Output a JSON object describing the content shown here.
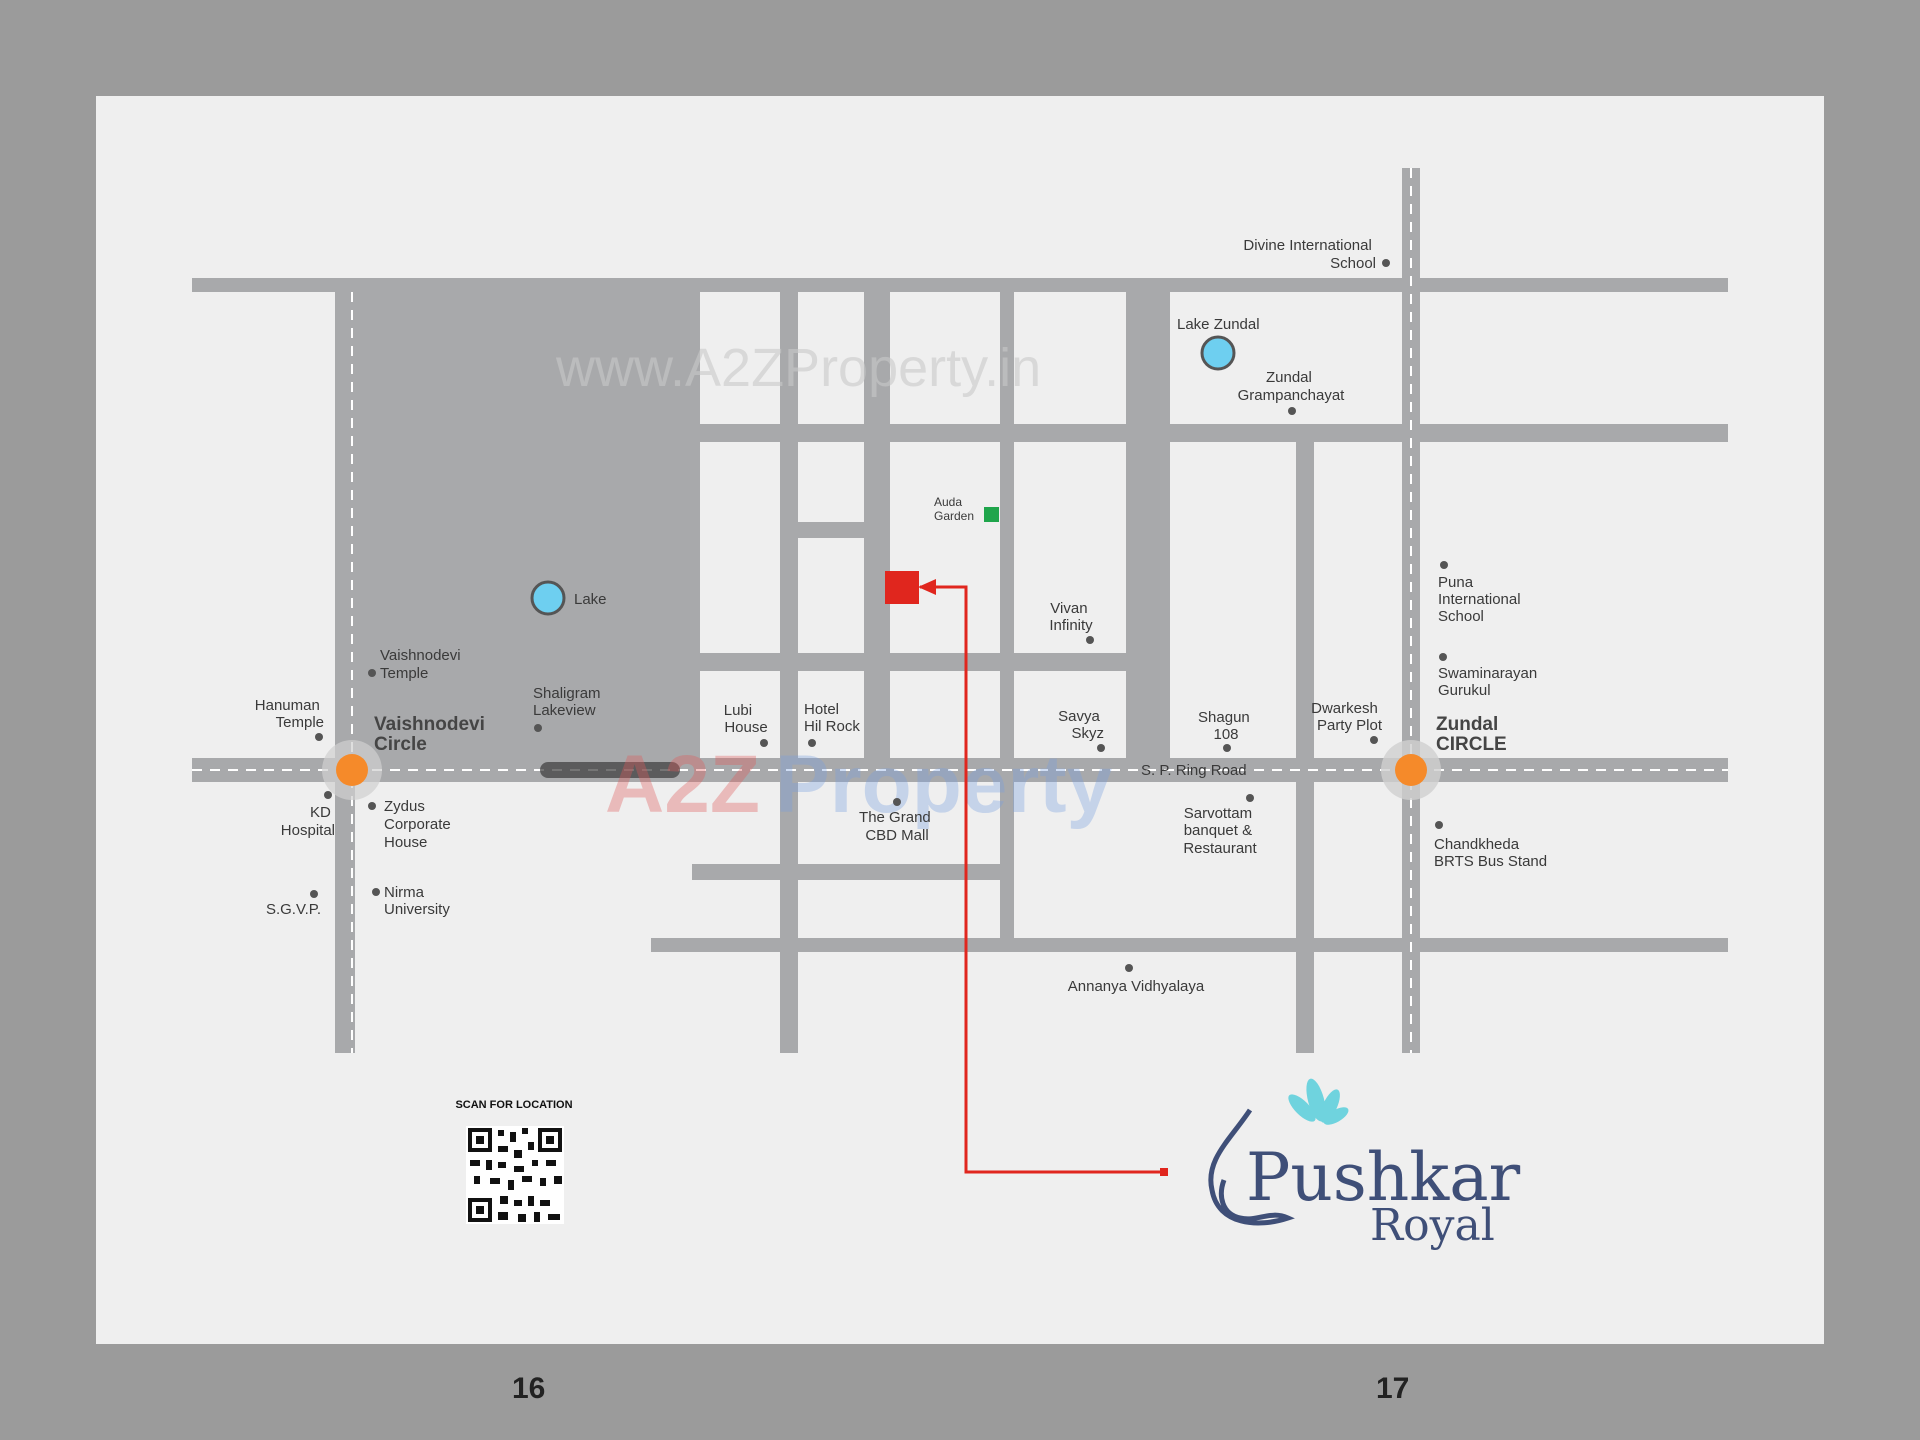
{
  "watermarks": {
    "top": "www.A2ZProperty.in",
    "bottom_a2z": "A2Z",
    "bottom_property": "Property"
  },
  "roads": {
    "ring_road": "S. P. Ring Road"
  },
  "junctions": {
    "vaishnodevi": [
      "Vaishnodevi",
      "Circle"
    ],
    "zundal": [
      "Zundal",
      "CIRCLE"
    ]
  },
  "landmarks": {
    "divine": [
      "Divine International",
      "School"
    ],
    "lake_zundal": "Lake Zundal",
    "zundal_gp": [
      "Zundal",
      "Grampanchayat"
    ],
    "auda": [
      "Auda",
      "Garden"
    ],
    "lake": "Lake",
    "vivan": [
      "Vivan",
      "Infinity"
    ],
    "puna": [
      "Puna",
      "International",
      "School"
    ],
    "swaminarayan": [
      "Swaminarayan",
      "Gurukul"
    ],
    "vaishnodevi_temple": [
      "Vaishnodevi",
      "Temple"
    ],
    "hanuman": [
      "Hanuman",
      "Temple"
    ],
    "shaligram": [
      "Shaligram",
      "Lakeview"
    ],
    "lubi": [
      "Lubi",
      "House"
    ],
    "hilrock": [
      "Hotel",
      "Hil Rock"
    ],
    "savya": [
      "Savya",
      "Skyz"
    ],
    "shagun": [
      "Shagun",
      "108"
    ],
    "dwarkesh": [
      "Dwarkesh",
      "Party Plot"
    ],
    "kd": [
      "KD",
      "Hospital"
    ],
    "zydus": [
      "Zydus",
      "Corporate",
      "House"
    ],
    "grand_cbd": [
      "The Grand",
      "CBD Mall"
    ],
    "sarvottam": [
      "Sarvottam",
      "banquet &",
      "Restaurant"
    ],
    "chandkheda": [
      "Chandkheda",
      "BRTS Bus Stand"
    ],
    "sgvp": "S.G.V.P.",
    "nirma": [
      "Nirma",
      "University"
    ],
    "annanya": "Annanya Vidhyalaya"
  },
  "qr": {
    "label": "SCAN FOR LOCATION"
  },
  "logo": {
    "line1": "Pushkar",
    "line2": "Royal"
  },
  "pages": {
    "left": "16",
    "right": "17"
  },
  "colors": {
    "road": "#a8a9ab",
    "lake": "#6ecff0",
    "circle": "#f58a2a",
    "project": "#e0261e",
    "garden": "#1fa54b",
    "logo": "#3f4f78",
    "lotus": "#6fd3de"
  },
  "icons": {
    "lake": "lake-icon",
    "garden": "garden-icon",
    "circle": "junction-icon",
    "project": "project-site-marker-icon",
    "qr": "qr-code-icon",
    "lotus": "lotus-icon"
  }
}
